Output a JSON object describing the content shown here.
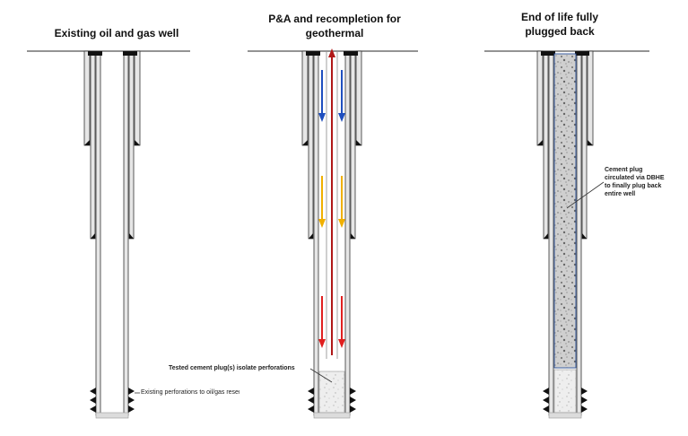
{
  "panels": [
    {
      "title": "Existing oil and gas well"
    },
    {
      "title": "P&A and recompletion for geothermal"
    },
    {
      "title": "End of life fully plugged back"
    }
  ],
  "annotations": {
    "perforations": "Existing perforations to oil/gas reser",
    "cement_plug": "Tested cement plug(s) isolate perforations",
    "circulated_plug": "Cement plug circulated via DBHE to finally plug back entire well"
  },
  "colors": {
    "flow_down_cold": "#1f4fbf",
    "flow_down_warm": "#f0b000",
    "flow_down_hot": "#e02020",
    "flow_up": "#b01818",
    "casing_fill": "#e6e6e6",
    "casing_stroke": "#333333",
    "cement_fill": "#c8c8c8"
  }
}
